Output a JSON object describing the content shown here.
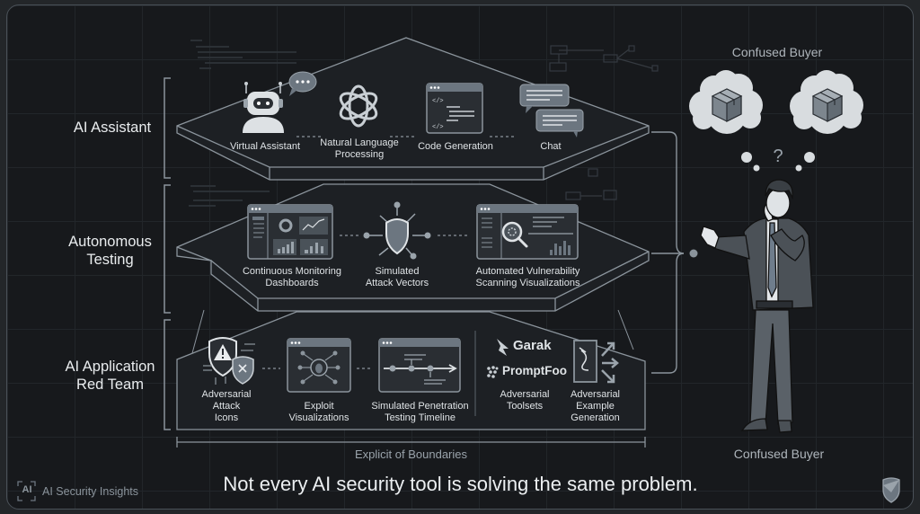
{
  "layers": [
    {
      "title_line1": "AI Assistant",
      "title_line2": "",
      "items": [
        {
          "line1": "Virtual Assistant",
          "line2": "",
          "icon": "robot-icon"
        },
        {
          "line1": "Natural Language",
          "line2": "Processing",
          "icon": "knot-logo-icon"
        },
        {
          "line1": "Code Generation",
          "line2": "",
          "icon": "code-window-icon"
        },
        {
          "line1": "Chat",
          "line2": "",
          "icon": "chat-bubbles-icon"
        }
      ]
    },
    {
      "title_line1": "Autonomous",
      "title_line2": "Testing",
      "items": [
        {
          "line1": "Continuous Monitoring",
          "line2": "Dashboards",
          "icon": "dashboard-icon"
        },
        {
          "line1": "Simulated",
          "line2": "Attack Vectors",
          "icon": "shield-vectors-icon"
        },
        {
          "line1": "Automated Vulnerability",
          "line2": "Scanning Visualizations",
          "icon": "scan-magnifier-icon"
        }
      ]
    },
    {
      "title_line1": "AI Application",
      "title_line2": "Red Team",
      "items": [
        {
          "line1": "Adversarial",
          "line2": "Attack",
          "line3": "Icons",
          "icon": "warning-shield-icon"
        },
        {
          "line1": "Exploit",
          "line2": "Visualizations",
          "icon": "bug-window-icon"
        },
        {
          "line1": "Simulated Penetration",
          "line2": "Testing Timeline",
          "icon": "timeline-window-icon"
        },
        {
          "line1": "Adversarial",
          "line2": "Toolsets",
          "icon": "toolset-logos-icon"
        },
        {
          "line1": "Adversarial",
          "line2": "Example",
          "line3": "Generation",
          "icon": "arrows-example-icon"
        }
      ]
    }
  ],
  "toolsets": {
    "garak": "Garak",
    "promptfoo": "PromptFoo"
  },
  "code_icon": {
    "open_tag": "</>",
    "close_tag": "</>"
  },
  "boundary_label": "Explicit of Boundaries",
  "buyer": {
    "top_label": "Confused Buyer",
    "bottom_label": "Confused Buyer",
    "question": "?"
  },
  "headline": "Not every AI security tool is solving the same problem.",
  "brand": {
    "logo_text": "AI",
    "name": "AI Security Insights"
  },
  "colors": {
    "background": "#17191c",
    "line": "#8b949c",
    "text": "#e9ecee",
    "icon_fill": "#6c7680"
  }
}
